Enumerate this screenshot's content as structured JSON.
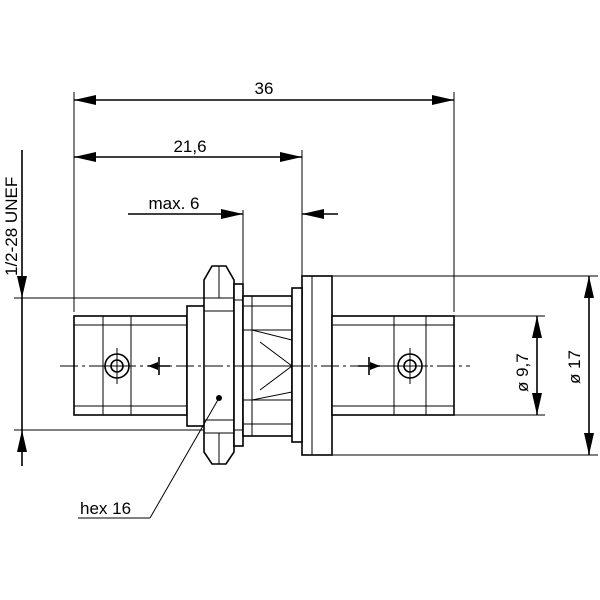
{
  "dimensions": {
    "overall_length": "36",
    "length_to_flange": "21,6",
    "panel_thickness_max": "max. 6",
    "thread": "1/2-28 UNEF",
    "inner_diameter": "ø 9,7",
    "flange_diameter": "ø 17",
    "hex_size": "hex 16"
  }
}
